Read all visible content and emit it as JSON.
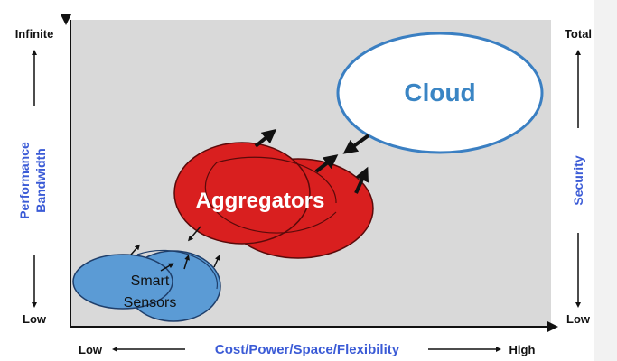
{
  "diagram": {
    "y_axis": {
      "top_label": "Infinite",
      "bottom_label": "Low",
      "title_line1": "Performance",
      "title_line2": "Bandwidth"
    },
    "x_axis": {
      "left_label": "Low",
      "right_label": "High",
      "title": "Cost/Power/Space/Flexibility"
    },
    "right_axis": {
      "top_label": "Total",
      "bottom_label": "Low",
      "title": "Security"
    },
    "nodes": {
      "cloud": "Cloud",
      "aggregators": "Aggregators",
      "sensors_line1": "Smart",
      "sensors_line2": "Sensors"
    },
    "colors": {
      "plot_background": "#d9d9d9",
      "axis_title_blue": "#3b5bd6",
      "cloud_text": "#3a85c4",
      "cloud_outline": "#3a7fc2",
      "aggregators_fill": "#d91f1f",
      "sensors_fill": "#5b9bd5"
    }
  }
}
